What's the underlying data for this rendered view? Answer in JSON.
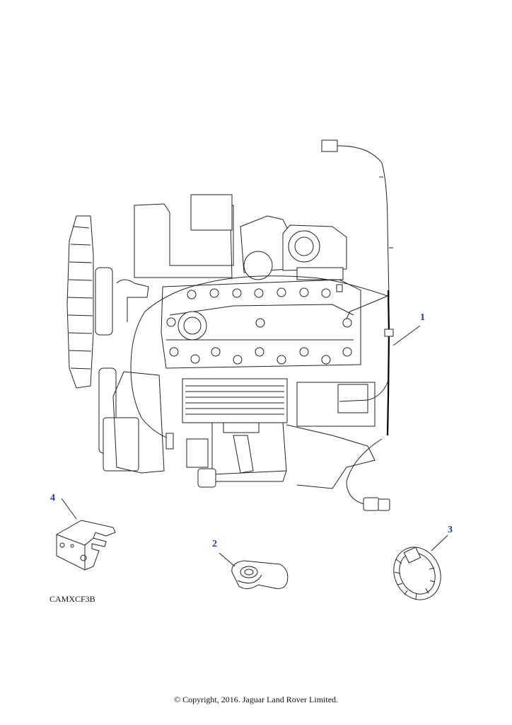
{
  "callouts": {
    "harness": "1",
    "p_clip": "2",
    "cable_tie": "3",
    "bracket": "4"
  },
  "figure_code": "CAMXCF3B",
  "copyright": "© Copyright, 2016. Jaguar Land Rover Limited.",
  "colors": {
    "callout": "#1a3fb0",
    "line": "#222222",
    "background": "#ffffff"
  }
}
